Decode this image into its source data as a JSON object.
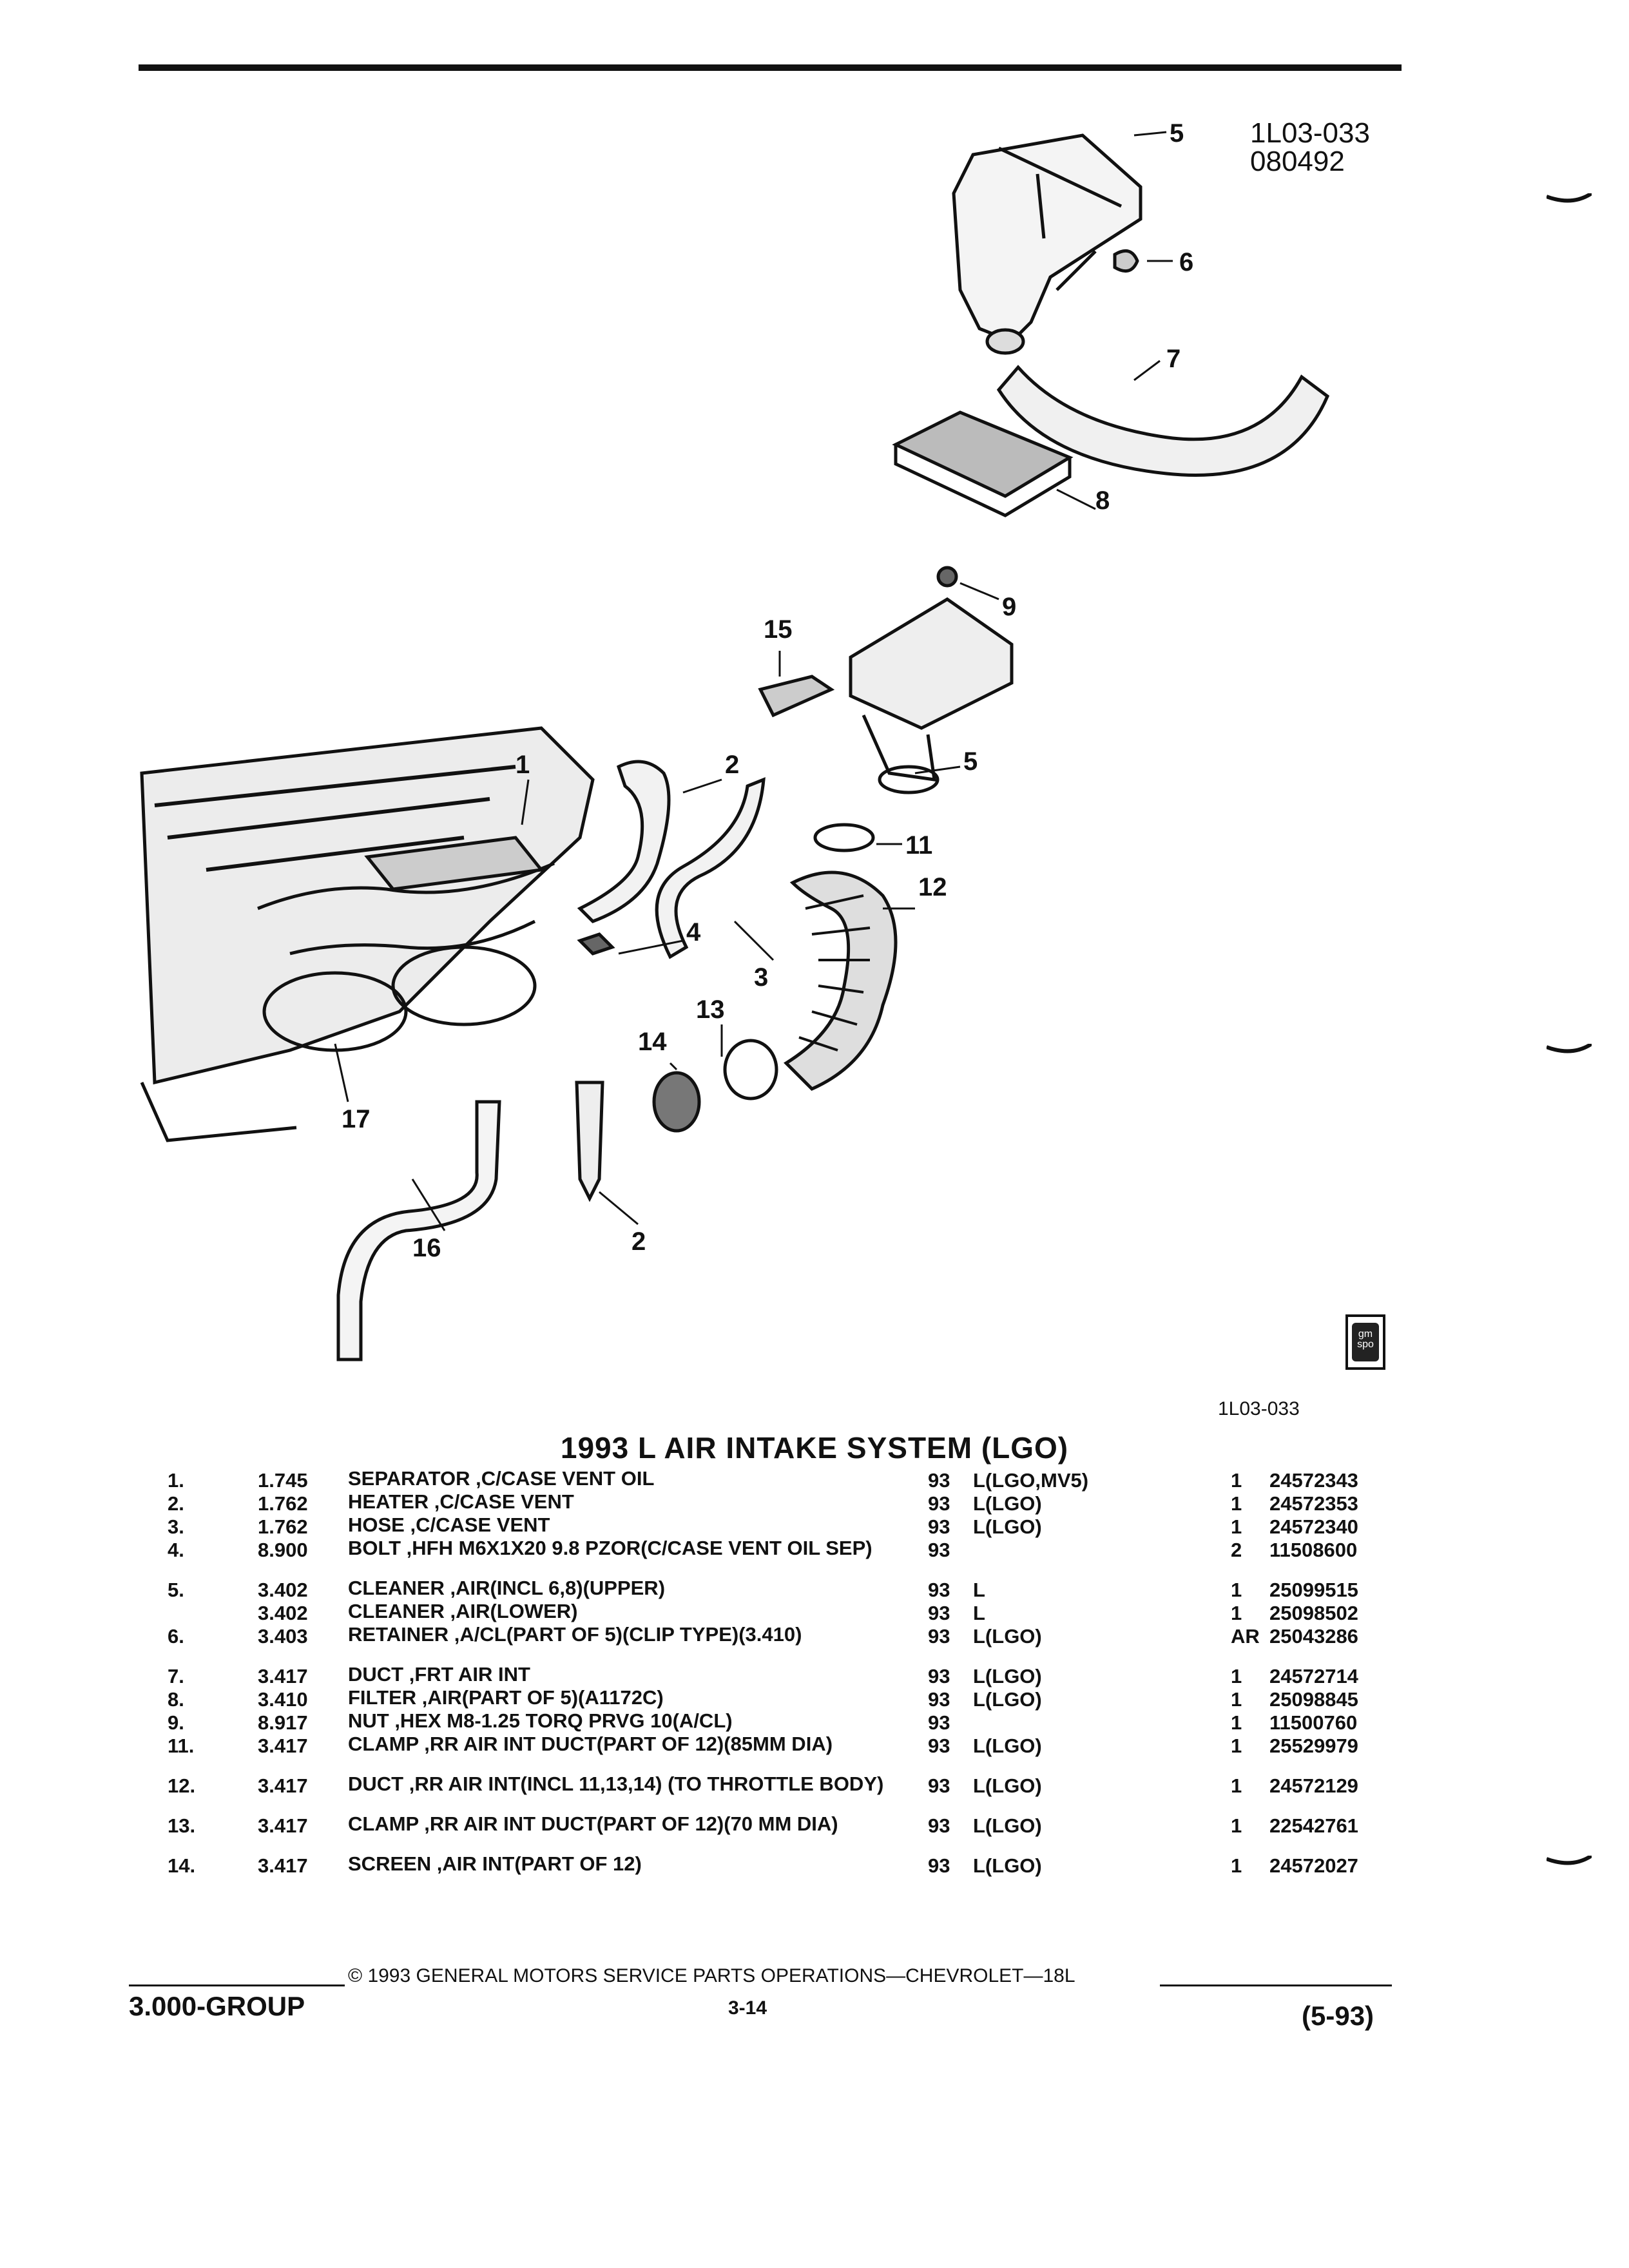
{
  "figure": {
    "code": "1L03-033",
    "date_code": "080492",
    "caption_id": "1L03-033",
    "logo_text": "gm spo",
    "callouts": [
      "5",
      "6",
      "7",
      "8",
      "9",
      "15",
      "5",
      "1",
      "2",
      "11",
      "12",
      "4",
      "3",
      "13",
      "14",
      "17",
      "2",
      "16"
    ]
  },
  "section": {
    "title": "1993 L AIR INTAKE SYSTEM (LGO)"
  },
  "parts": [
    {
      "item": "1.",
      "code": "1.745",
      "desc": "SEPARATOR ,C/CASE VENT OIL",
      "year": "93",
      "model": "L(LGO,MV5)",
      "qty": "1",
      "part_no": "24572343"
    },
    {
      "item": "2.",
      "code": "1.762",
      "desc": "HEATER ,C/CASE VENT",
      "year": "93",
      "model": "L(LGO)",
      "qty": "1",
      "part_no": "24572353"
    },
    {
      "item": "3.",
      "code": "1.762",
      "desc": "HOSE ,C/CASE VENT",
      "year": "93",
      "model": "L(LGO)",
      "qty": "1",
      "part_no": "24572340"
    },
    {
      "item": "4.",
      "code": "8.900",
      "desc": "BOLT ,HFH M6X1X20 9.8 PZOR(C/CASE VENT OIL SEP)",
      "year": "93",
      "model": "",
      "qty": "2",
      "part_no": "11508600"
    },
    {
      "item": "5.",
      "code": "3.402",
      "desc": "CLEANER ,AIR(INCL 6,8)(UPPER)",
      "year": "93",
      "model": "L",
      "qty": "1",
      "part_no": "25099515"
    },
    {
      "item": "",
      "code": "3.402",
      "desc": "CLEANER ,AIR(LOWER)",
      "year": "93",
      "model": "L",
      "qty": "1",
      "part_no": "25098502"
    },
    {
      "item": "6.",
      "code": "3.403",
      "desc": "RETAINER ,A/CL(PART OF 5)(CLIP TYPE)(3.410)",
      "year": "93",
      "model": "L(LGO)",
      "qty": "AR",
      "part_no": "25043286"
    },
    {
      "item": "7.",
      "code": "3.417",
      "desc": "DUCT ,FRT AIR INT",
      "year": "93",
      "model": "L(LGO)",
      "qty": "1",
      "part_no": "24572714"
    },
    {
      "item": "8.",
      "code": "3.410",
      "desc": "FILTER ,AIR(PART OF 5)(A1172C)",
      "year": "93",
      "model": "L(LGO)",
      "qty": "1",
      "part_no": "25098845"
    },
    {
      "item": "9.",
      "code": "8.917",
      "desc": "NUT ,HEX M8-1.25 TORQ PRVG 10(A/CL)",
      "year": "93",
      "model": "",
      "qty": "1",
      "part_no": "11500760"
    },
    {
      "item": "11.",
      "code": "3.417",
      "desc": "CLAMP ,RR AIR INT DUCT(PART OF 12)(85MM DIA)",
      "year": "93",
      "model": "L(LGO)",
      "qty": "1",
      "part_no": "25529979"
    },
    {
      "item": "12.",
      "code": "3.417",
      "desc": "DUCT ,RR AIR INT(INCL 11,13,14) (TO THROTTLE BODY)",
      "year": "93",
      "model": "L(LGO)",
      "qty": "1",
      "part_no": "24572129"
    },
    {
      "item": "13.",
      "code": "3.417",
      "desc": "CLAMP ,RR AIR INT DUCT(PART OF 12)(70 MM DIA)",
      "year": "93",
      "model": "L(LGO)",
      "qty": "1",
      "part_no": "22542761"
    },
    {
      "item": "14.",
      "code": "3.417",
      "desc": "SCREEN ,AIR INT(PART OF 12)",
      "year": "93",
      "model": "L(LGO)",
      "qty": "1",
      "part_no": "24572027"
    }
  ],
  "footer": {
    "copyright": "© 1993 GENERAL MOTORS SERVICE PARTS OPERATIONS—CHEVROLET—18L",
    "group": "3.000-GROUP",
    "page": "3-14",
    "revision": "(5-93)"
  }
}
